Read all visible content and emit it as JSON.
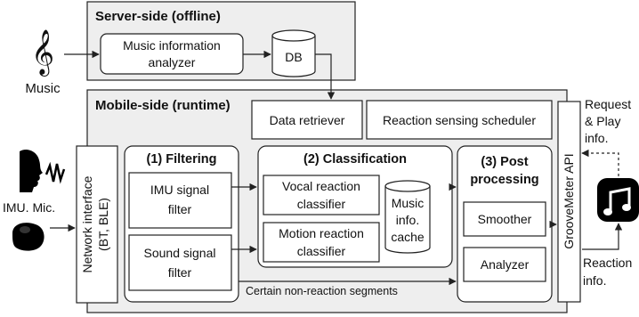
{
  "server_side": {
    "title": "Server-side (offline)",
    "analyzer_line1": "Music  information",
    "analyzer_line2": "analyzer",
    "db_label": "DB"
  },
  "music_source": {
    "label": "Music",
    "icon": "treble-clef-icon"
  },
  "mobile_side": {
    "title": "Mobile-side (runtime)",
    "data_retriever": "Data retriever",
    "scheduler": "Reaction sensing scheduler",
    "network_interface": "Network interface",
    "network_interface_sub": "(BT, BLE)",
    "filtering": {
      "title": "(1) Filtering",
      "imu_line1": "IMU signal",
      "imu_line2": "filter",
      "sound_line1": "Sound signal",
      "sound_line2": "filter"
    },
    "classification": {
      "title": "(2) Classification",
      "vocal_line1": "Vocal reaction",
      "vocal_line2": "classifier",
      "motion_line1": "Motion reaction",
      "motion_line2": "classifier",
      "cache_line1": "Music",
      "cache_line2": "info.",
      "cache_line3": "cache"
    },
    "post_processing": {
      "title_line1": "(3) Post",
      "title_line2": "processing",
      "smoother": "Smoother",
      "analyzer": "Analyzer"
    },
    "non_reaction_label": "Certain non-reaction segments",
    "api_label": "GrooveMeter API"
  },
  "inputs": {
    "label": "IMU. Mic."
  },
  "app": {
    "request_line1": "Request",
    "request_line2": "& Play",
    "request_line3": "info.",
    "reaction_line1": "Reaction",
    "reaction_line2": "info.",
    "icon": "music-note-app-icon"
  },
  "colors": {
    "panel_fill": "#eeeeee",
    "box_fill": "#ffffff",
    "stroke": "#222222",
    "app_icon_bg": "#000000"
  }
}
